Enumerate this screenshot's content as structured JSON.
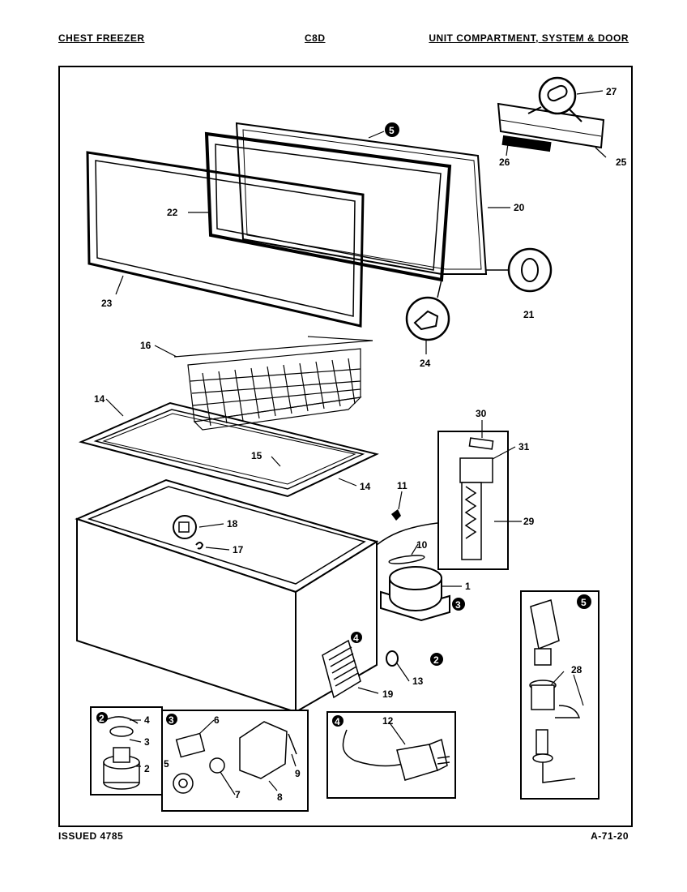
{
  "header": {
    "left": "CHEST FREEZER",
    "center": "C8D",
    "right": "UNIT COMPARTMENT, SYSTEM & DOOR"
  },
  "footer": {
    "left": "ISSUED 4785",
    "right": "A-71-20"
  },
  "callouts": {
    "c1": "1",
    "c2": "2",
    "c3": "3",
    "c4": "4",
    "c5": "5",
    "c6": "6",
    "c7": "7",
    "c8": "8",
    "c9": "9",
    "c10": "10",
    "c11": "11",
    "c12": "12",
    "c13": "13",
    "c14a": "14",
    "c14b": "14",
    "c15": "15",
    "c16": "16",
    "c17": "17",
    "c18": "18",
    "c19": "19",
    "c20": "20",
    "c21": "21",
    "c22": "22",
    "c23": "23",
    "c24": "24",
    "c25": "25",
    "c26": "26",
    "c27": "27",
    "c28": "28",
    "c29": "29",
    "c30": "30",
    "c31": "31"
  },
  "detail_markers": {
    "m2": "2",
    "m3": "3",
    "m4": "4",
    "m5": "5",
    "m2b": "2",
    "m3b": "3",
    "m4b": "4",
    "m5b": "5"
  }
}
